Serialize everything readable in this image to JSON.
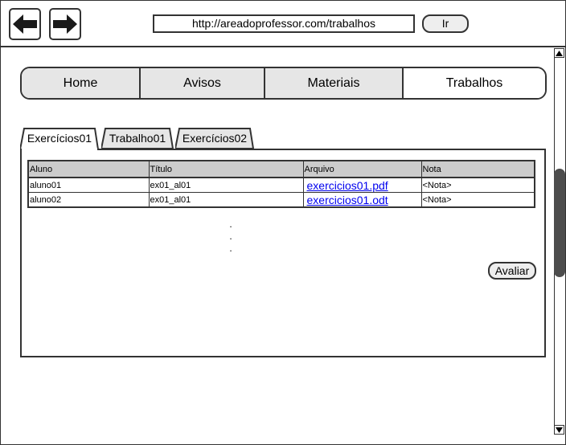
{
  "browser": {
    "back_icon": "arrow-left-icon",
    "forward_icon": "arrow-right-icon",
    "url": "http://areadoprofessor.com/trabalhos",
    "go_label": "Ir"
  },
  "nav": {
    "items": [
      {
        "label": "Home"
      },
      {
        "label": "Avisos"
      },
      {
        "label": "Materiais"
      },
      {
        "label": "Trabalhos",
        "active": true
      }
    ]
  },
  "tabs": [
    {
      "label": "Exercícios01",
      "active": true
    },
    {
      "label": "Trabalho01"
    },
    {
      "label": "Exercícios02"
    }
  ],
  "table": {
    "headers": [
      "Aluno",
      "Título",
      "Arquivo",
      "Nota"
    ],
    "rows": [
      {
        "aluno": "aluno01",
        "titulo": "ex01_al01",
        "arquivo": "exercicios01.pdf",
        "nota": "<Nota>"
      },
      {
        "aluno": "aluno02",
        "titulo": "ex01_al01",
        "arquivo": "exercicios01.odt",
        "nota": "<Nota>"
      }
    ]
  },
  "ellipsis": ".\n.\n.",
  "actions": {
    "evaluate_label": "Avaliar"
  }
}
